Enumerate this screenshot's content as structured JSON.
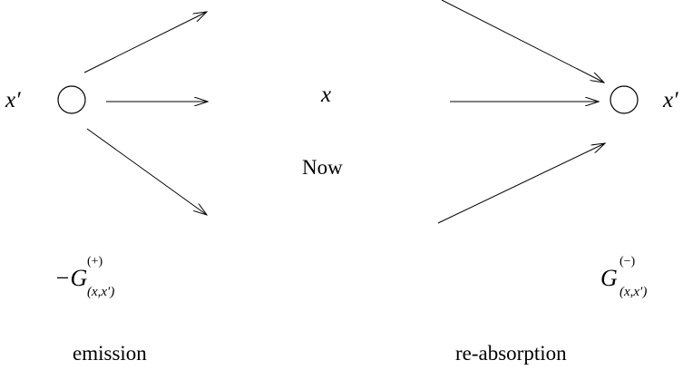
{
  "labels": {
    "left_point": "x′",
    "middle_point": "x",
    "right_point": "x′",
    "now": "Now"
  },
  "left_function": {
    "prefix": "−",
    "symbol": "G",
    "superscript": "(+)",
    "subscript": "(x,x′)"
  },
  "right_function": {
    "prefix": "",
    "symbol": "G",
    "superscript": "(−)",
    "subscript": "(x,x′)"
  },
  "captions": {
    "left": "emission",
    "right": "re-absorption"
  }
}
